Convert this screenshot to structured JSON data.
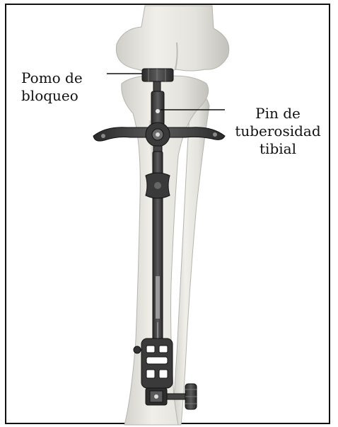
{
  "labels": {
    "locking_knob": [
      "Pomo de",
      "bloqueo"
    ],
    "pin": [
      "Pin de",
      "tuberosidad",
      "tibial"
    ]
  },
  "colors": {
    "bone": "#e8e7e2",
    "bone_shadow": "#c9c8c2",
    "metal": "#3c3c3c",
    "metal_light": "#6a6a6a",
    "outline": "#111111"
  }
}
